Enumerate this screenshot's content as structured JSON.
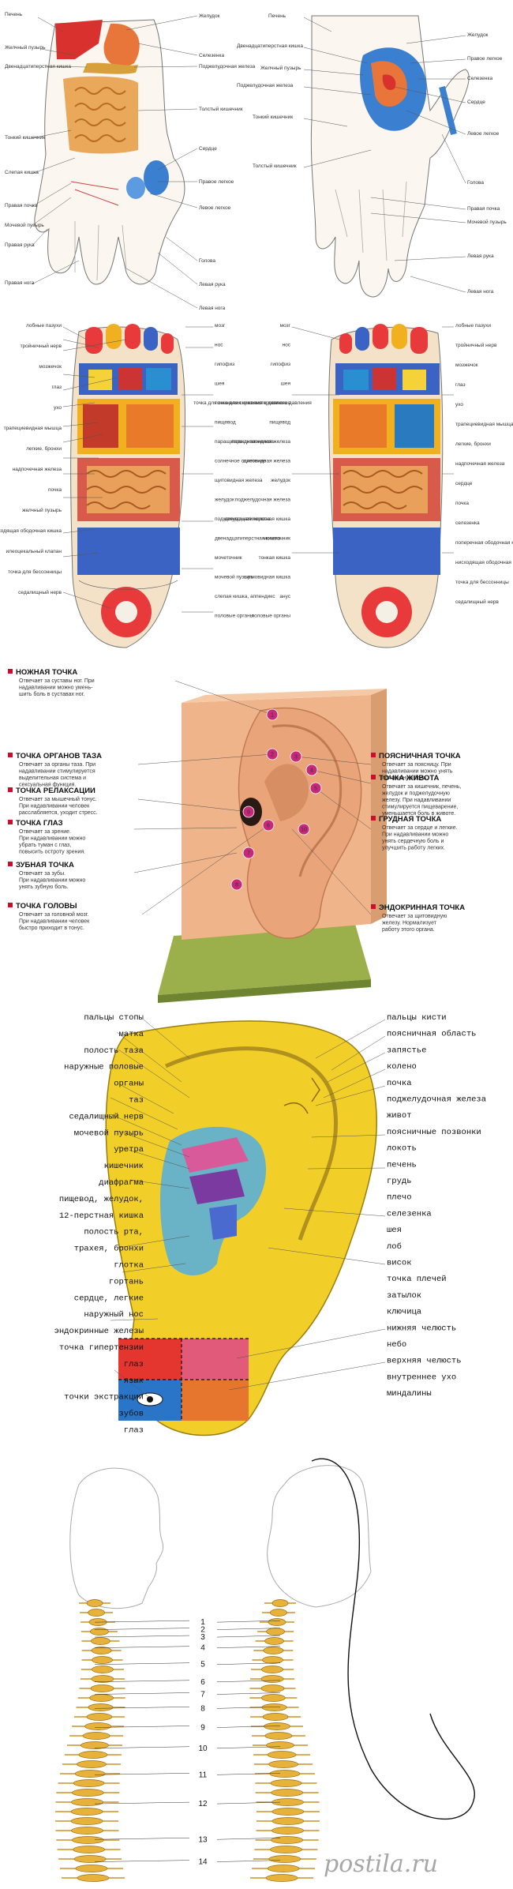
{
  "panel1": {
    "left_labels": [
      "Печень",
      "Желчный пузырь",
      "Двенадцатиперстная кишка",
      "Тонкий кишечник",
      "Слепая кишка",
      "Правая почка",
      "Мочевой пузырь",
      "Правая рука",
      "Правая нога"
    ],
    "mid_labels": [
      "Желудок",
      "Селезенка",
      "Поджелудочная железа",
      "Толстый кишечник",
      "Сердце",
      "Правое легкое",
      "Левое легкое",
      "Голова",
      "Левая рука",
      "Левая нога"
    ],
    "right_left_labels": [
      "Печень",
      "Двенадцатиперстная кишка",
      "Желчный пузырь",
      "Поджелудочная железа",
      "Тонкий кишечник",
      "Толстый кишечник"
    ],
    "right_right_labels": [
      "Желудок",
      "Правое легкое",
      "Селезенка",
      "Сердце",
      "Левое легкое",
      "Голова",
      "Правая почка",
      "Мочевой пузырь",
      "Левая рука",
      "Левая нога"
    ]
  },
  "panel2": {
    "left_labels": [
      "лобные пазухи",
      "тройничный нерв",
      "мозжечок",
      "глаз",
      "ухо",
      "трапециевидная мышца",
      "легкие, бронхи",
      "надпочечная железа",
      "почка",
      "желчный пузырь",
      "восходящая ободочная кишка",
      "илеоцекальный клапан",
      "точка для бессонницы",
      "седалищный нерв"
    ],
    "center_left_labels": [
      "мозг",
      "нос",
      "гипофиз",
      "шея",
      "точка для снижения кровяного давления",
      "пищевод",
      "паращитовидная железа",
      "солнечное сплетение",
      "щитовидная железа",
      "желудок",
      "поджелудочная железа",
      "двенадцатиперстная кишка",
      "мочеточник",
      "мочевой пузырь",
      "слепая кишка, аппендикс",
      "половые органы"
    ],
    "center_right_labels": [
      "мозг",
      "нос",
      "гипофиз",
      "шея",
      "точка для снижения кровяного давления",
      "пищевод",
      "паращитовидная железа",
      "щитовидная железа",
      "желудок",
      "поджелудочная железа",
      "двенадцатиперстная кишка",
      "мочеточник",
      "тонкая кишка",
      "сигмовидная кишка",
      "анус",
      "половые органы"
    ],
    "right_labels": [
      "лобные пазухи",
      "тройничный нерв",
      "мозжечок",
      "глаз",
      "ухо",
      "трапециевидная мышца",
      "легкие, бронхи",
      "надпочечная железа",
      "сердце",
      "почка",
      "селезенка",
      "поперечная ободочная кишка",
      "нисходящая ободочная кишка",
      "точка для бессонницы",
      "седалищный нерв"
    ]
  },
  "panel3": {
    "points": [
      {
        "title": "НОЖНАЯ ТОЧКА",
        "desc": [
          "Отвечает за суставы ног. При",
          "надавливании можно умень-",
          "шить боль в суставах ног."
        ]
      },
      {
        "title": "ТОЧКА ОРГАНОВ ТАЗА",
        "desc": [
          "Отвечает за органы таза. При",
          "надавливании стимулируется",
          "выделительная система и",
          "сексуальная функция."
        ]
      },
      {
        "title": "ТОЧКА РЕЛАКСАЦИИ",
        "desc": [
          "Отвечает за мышечный тонус.",
          "При надавливании человек",
          "расслабляется, уходит стресс."
        ]
      },
      {
        "title": "ТОЧКА ГЛАЗ",
        "desc": [
          "Отвечает за зрение.",
          "При надавливании можно",
          "убрать туман с глаз,",
          "повысить остроту зрения."
        ]
      },
      {
        "title": "ЗУБНАЯ ТОЧКА",
        "desc": [
          "Отвечает за зубы.",
          "При надавливании можно",
          "унять зубную боль."
        ]
      },
      {
        "title": "ТОЧКА ГОЛОВЫ",
        "desc": [
          "Отвечает за головной мозг.",
          "При надавливании человек",
          "быстро приходит в тонус."
        ]
      },
      {
        "title": "ПОЯСНИЧНАЯ ТОЧКА",
        "desc": [
          "Отвечает за поясницу. При",
          "надавливании можно унять",
          "поясничную боль."
        ]
      },
      {
        "title": "ТОЧКА ЖИВОТА",
        "desc": [
          "Отвечает за кишечник, печень,",
          "желудок и поджелудочную",
          "железу. При надавливании",
          "стимулируется пищеварение,",
          "уменьшается боль в животе."
        ]
      },
      {
        "title": "ГРУДНАЯ ТОЧКА",
        "desc": [
          "Отвечает за сердце и легкие.",
          "При надавливании можно",
          "унять сердечную боль и",
          "улучшить работу легких."
        ]
      },
      {
        "title": "ЭНДОКРИННАЯ ТОЧКА",
        "desc": [
          "Отвечает за щитовидную",
          "железу. Нормализует",
          "работу этого органа."
        ]
      }
    ],
    "markers": [
      "1",
      "2",
      "3",
      "4",
      "5",
      "6",
      "7",
      "8",
      "9",
      "10"
    ]
  },
  "panel4": {
    "left_labels": [
      "пальцы стопы",
      "матка",
      "полость таза",
      "наружные половые",
      "органы",
      "таз",
      "седалищный нерв",
      "мочевой пузырь",
      "уретра",
      "кишечник",
      "диафрагма",
      "пищевод, желудок,",
      "12-перстная кишка",
      "полость рта,",
      "трахея, бронхи",
      "глотка",
      "гортань",
      "сердце, легкие",
      "наружный нос",
      "эндокринные железы",
      "точка гипертензии",
      "глаз",
      "язык",
      "точки экстракции",
      "зубов",
      "глаз"
    ],
    "right_labels": [
      "пальцы кисти",
      "поясничная область",
      "запястье",
      "колено",
      "почка",
      "поджелудочная железа",
      "живот",
      "поясничные позвонки",
      "локоть",
      "печень",
      "грудь",
      "плечо",
      "селезенка",
      "шея",
      "лоб",
      "висок",
      "точка плечей",
      "затылок",
      "ключица",
      "нижняя челюсть",
      "небо",
      "верхняя челюсть",
      "внутреннее ухо",
      "миндалины"
    ]
  },
  "panel5": {
    "numbers": [
      "1",
      "2",
      "3",
      "4",
      "5",
      "6",
      "7",
      "8",
      "9",
      "10",
      "11",
      "12",
      "13",
      "14"
    ]
  },
  "watermark": "postila.ru",
  "colors": {
    "liver": "#d9322e",
    "stomach": "#e8763a",
    "lung": "#3b7fd1",
    "intestine": "#e59a3c",
    "ear_yellow": "#f2cf28",
    "ear_skin": "#f0b48a",
    "bone": "#e6b23a",
    "pink_point": "#c8287a"
  }
}
